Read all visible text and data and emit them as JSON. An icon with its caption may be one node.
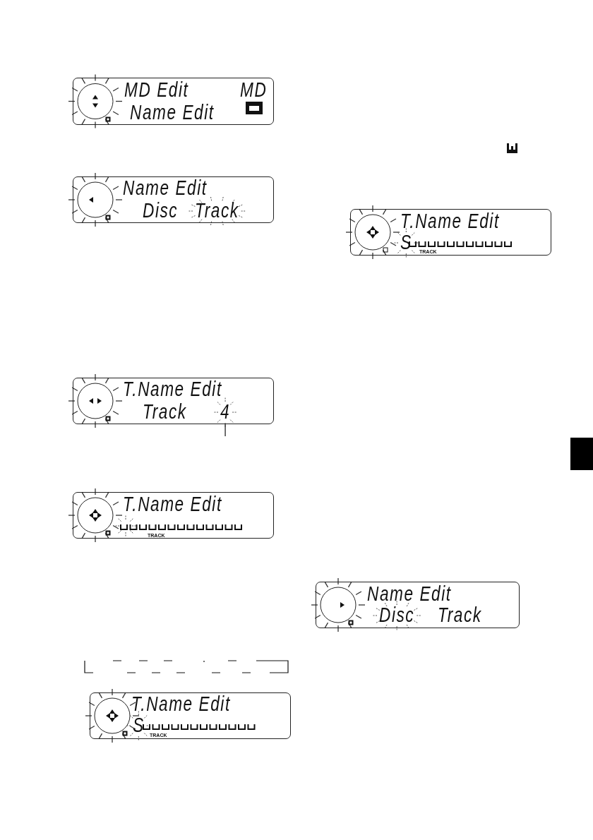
{
  "diagram": {
    "nodes": [
      {
        "text": [
          "MD Edit",
          "MD",
          "Name Edit"
        ]
      },
      {
        "text": [
          "Name Edit",
          "Disc",
          "Track"
        ]
      },
      {
        "text": [
          "T.Name Edit",
          "S",
          "TRACK"
        ]
      },
      {
        "text": [
          "T.Name Edit",
          "Track",
          "4"
        ]
      },
      {
        "text": [
          "T.Name Edit",
          "TRACK"
        ]
      },
      {
        "text": [
          "T.Name Edit",
          "S",
          "TRACK"
        ]
      },
      {
        "text": [
          "Name Edit",
          "Disc",
          "Track"
        ]
      }
    ],
    "edges": [
      {
        "from": null,
        "to": 3,
        "arrow": "none"
      }
    ]
  }
}
